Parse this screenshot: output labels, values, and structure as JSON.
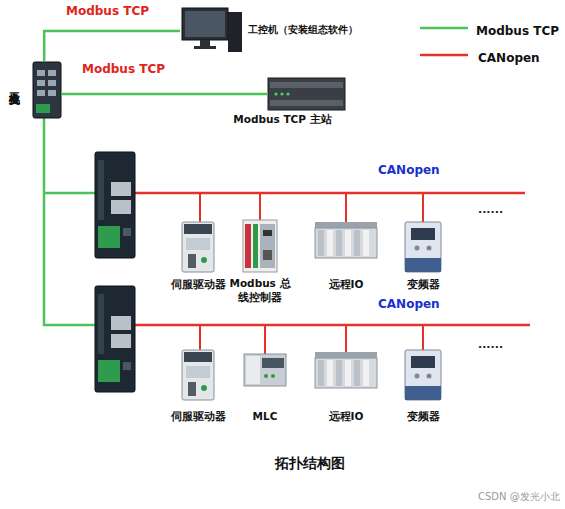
{
  "diagram": {
    "caption": "拓扑结构图",
    "nodes": [
      {
        "text": [
          "工业交换机"
        ]
      },
      {
        "text": [
          "工控机（安装组态软件）"
        ]
      },
      {
        "text": [
          "Modbus TCP 主站"
        ]
      },
      {
        "text": [
          "伺服驱动器"
        ]
      },
      {
        "text": [
          "Modbus 总线控制器"
        ]
      },
      {
        "text": [
          "远程IO"
        ]
      },
      {
        "text": [
          "变频器"
        ]
      },
      {
        "text": [
          "伺服驱动器"
        ]
      },
      {
        "text": [
          "MLC"
        ]
      },
      {
        "text": [
          "远程IO"
        ]
      },
      {
        "text": [
          "变频器"
        ]
      }
    ],
    "edges": [
      {
        "from": 0,
        "to": 1,
        "arrow": "none",
        "label": "Modbus TCP"
      },
      {
        "from": 0,
        "to": 2,
        "arrow": "none",
        "label": "Modbus TCP"
      }
    ],
    "labels": [
      "CANopen",
      "......",
      "CANopen",
      "......",
      "CSDN @发光小北"
    ],
    "legend": [
      {
        "text": "Modbus TCP"
      },
      {
        "text": "CANopen"
      }
    ]
  }
}
